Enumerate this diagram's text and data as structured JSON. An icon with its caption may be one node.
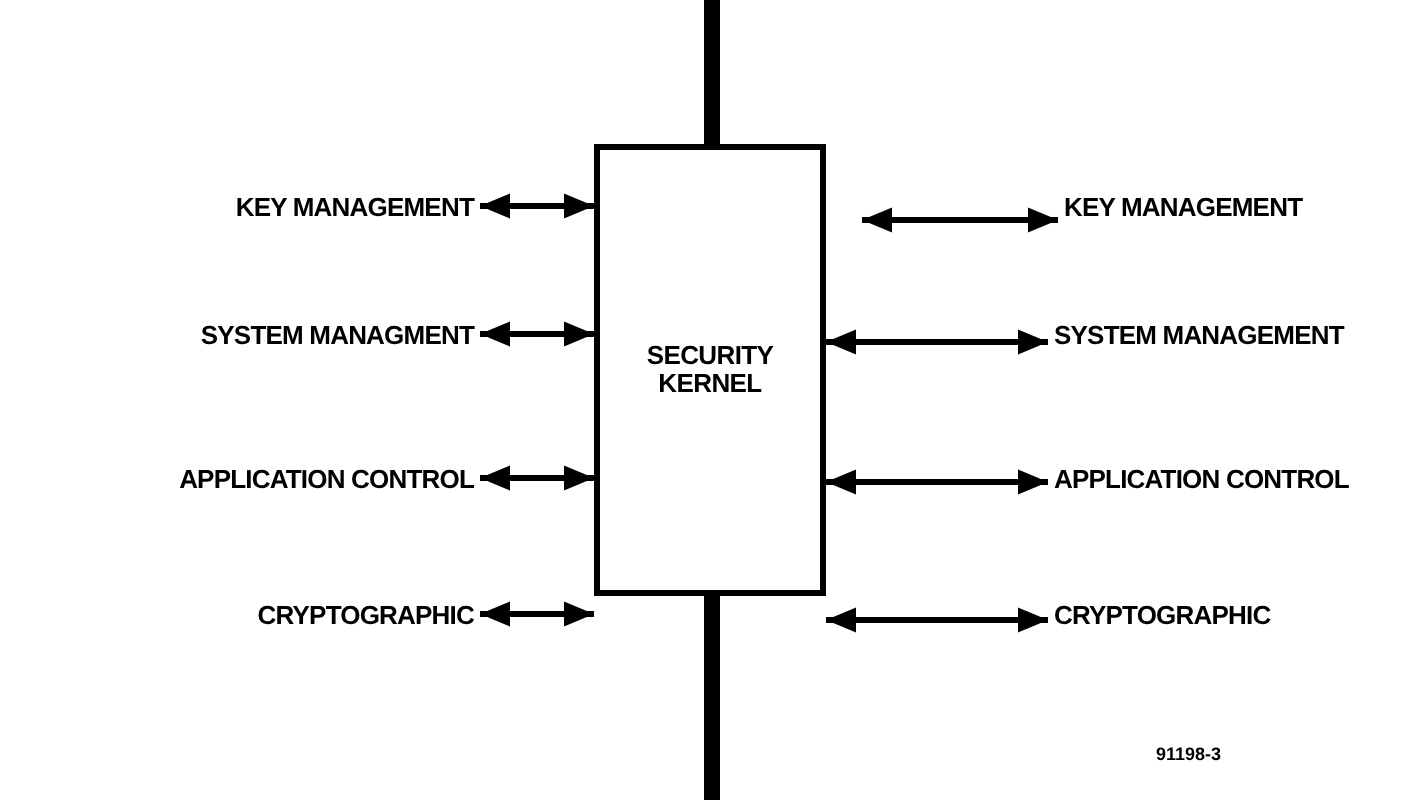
{
  "diagram": {
    "nodes": [
      {
        "text": [
          "SECURITY KERNEL"
        ]
      },
      {
        "text": [
          "KEY MANAGEMENT"
        ]
      },
      {
        "text": [
          "SYSTEM MANAGMENT"
        ]
      },
      {
        "text": [
          "APPLICATION CONTROL"
        ]
      },
      {
        "text": [
          "CRYPTOGRAPHIC"
        ]
      },
      {
        "text": [
          "KEY MANAGEMENT"
        ]
      },
      {
        "text": [
          "SYSTEM MANAGEMENT"
        ]
      },
      {
        "text": [
          "APPLICATION CONTROL"
        ]
      },
      {
        "text": [
          "CRYPTOGRAPHIC"
        ]
      }
    ],
    "edges": [
      {
        "from": 1,
        "to": 0,
        "arrow": "both"
      },
      {
        "from": 2,
        "to": 0,
        "arrow": "both"
      },
      {
        "from": 3,
        "to": 0,
        "arrow": "both"
      },
      {
        "from": 4,
        "to": 0,
        "arrow": "both"
      },
      {
        "from": 0,
        "to": 5,
        "arrow": "both"
      },
      {
        "from": 0,
        "to": 6,
        "arrow": "both"
      },
      {
        "from": 0,
        "to": 7,
        "arrow": "both"
      },
      {
        "from": 0,
        "to": 8,
        "arrow": "both"
      }
    ],
    "labels": [
      "91198-3"
    ]
  }
}
